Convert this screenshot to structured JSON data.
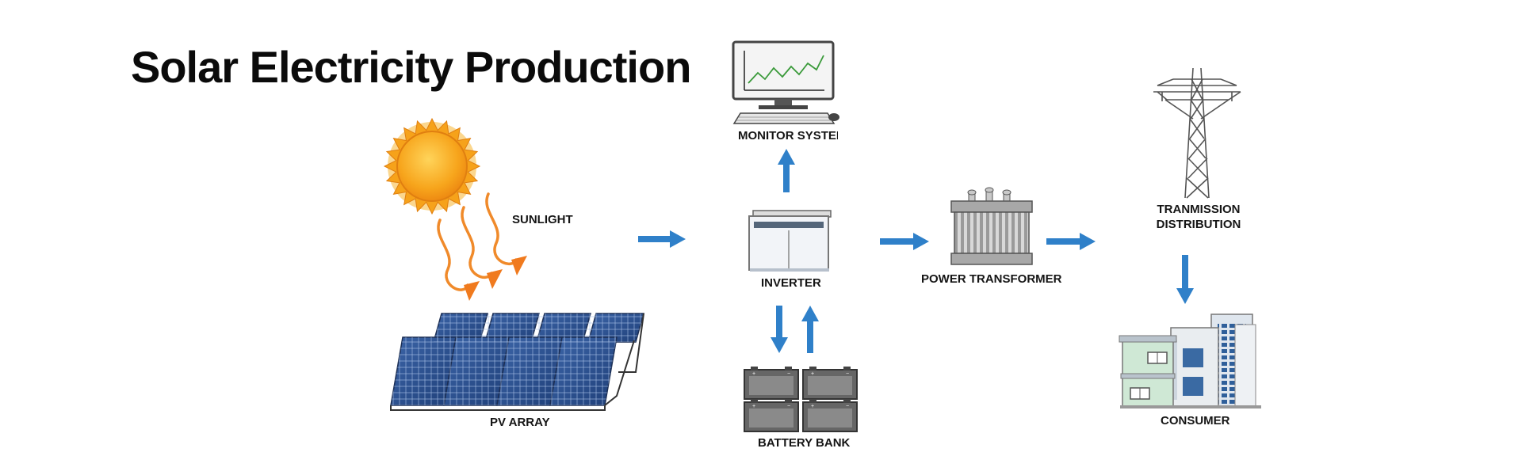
{
  "title": "Solar Electricity Production",
  "labels": {
    "sunlight": "SUNLIGHT",
    "pv_array": "PV ARRAY",
    "monitor_system": "MONITOR SYSTEM",
    "inverter": "INVERTER",
    "battery_bank": "BATTERY BANK",
    "power_transformer": "POWER TRANSFORMER",
    "transmission_line1": "TRANMISSION",
    "transmission_line2": "DISTRIBUTION",
    "consumer": "CONSUMER"
  },
  "colors": {
    "arrow": "#2f80c9",
    "sun": "#f6a21a",
    "ray": "#f08a2a",
    "panel": "#2b4f8e",
    "outline": "#555555"
  },
  "icons": [
    "sun-icon",
    "solar-panel-icon",
    "computer-monitor-icon",
    "inverter-icon",
    "battery-icon",
    "transformer-icon",
    "transmission-tower-icon",
    "building-icon"
  ]
}
